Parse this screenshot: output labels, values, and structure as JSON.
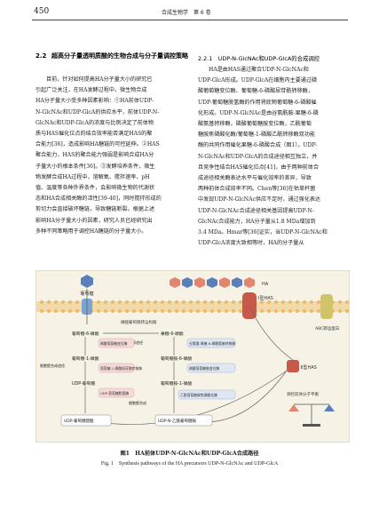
{
  "header": {
    "page_number": "450",
    "journal": "合成生物学　第 6 卷"
  },
  "left": {
    "section_number": "2.2",
    "section_title": "超高分子量透明质酸的生物合成与分子量调控策略",
    "paragraph": "目前，针对如何提高HA分子量大小的研究已\n引起广泛关注，在HA发酵过程中，微生物合成\nHA分子量大小受多种因素影响：①HA前体UDP-\nN-GlcNAc和UDP-GlcA的供应水平，前体UDP-N-\nGlcNAc和UDP-GlcA的浓度与比例决定了前体物\n质与HAS催化位点的结合效率能否满足HAS的聚\n合能力[36]，造成影响HA糖链的可控延伸。②HAS\n聚合能力，HAS的聚合能力强弱是影响合成HA分\n子量大小的根本条件[36]。③发酵培养条件，微生\n物发酵合成HA过程中，溶解氧、搅拌速率、pH\n值、温度等各种外界条件，会影响微生物的代谢状\n态和HA合成相关酶的活性[39-40]，同时搅拌形成的\n剪切力会直接破坏糖链，导致糖链断裂。根据上述\n影响HA分子量大小的因素，研究人员已经研究出\n多种不同策略用于调控HA糖链的分子量大小。"
  },
  "right": {
    "subsection": "2.2.1　UDP-N-GlcNAc和UDP-GlcA的合成调控",
    "paragraph": "HA是由HAS通过聚合UDP-N-GlcNAc和\nUDP-GlcA形成。UDP-GlcA在细胞内主要通过磷\n酸葡萄糖变位酶、葡萄糖-6-磷酸尿苷酰转移酶，\nUDP-葡萄糖脱氢酶的作用将底物葡萄糖-6-磷酸催\n化形成。UDP-N-GlcNAc是由谷氨酰胺-果糖-6-磷\n酸氨基转移酶，磷酸葡萄糖胺变位酶，乙酰葡萄\n糖胺焦磷酸化酶/葡萄糖-1-磷酸乙酰转移酶双功能\n酶的共同作用催化果糖-6-磷酸合成（图1）。UDP-\nN-GlcNAc和UDP-GlcA的合成途径相互独立，并\n且竞争性结合HAS催化位点[41]，由于两种前体合\n成途径相关酶表达水平与催化效率的差异，导致\n两种前体合成效率不同。Chen等[36]在枯草杆菌\n中发现UDP-N-GlcNAc供应不足时，通过强化表达\nUDP-N-GlcNAc合成途径相关基因提高UDP-N-\nGlcNAc合成能力，HA分子量从1.8 MDa增加到\n3.4 MDa。Hmar等[36]证实，当UDP-N-GlcNAc和\nUDP-GlcA浓度大致相等时，HA的分子量从"
  },
  "figure": {
    "caption_cn": "图1　HA前体UDP-N-GlcNAc和UDP-GlcA合成路径",
    "caption_en": "Fig. 1　Synthesis pathways of the HA precursors UDP-N-GlcNAc and UDP-GlcA",
    "labels": {
      "glucose": "葡萄糖",
      "ptscan": "磷酸葡萄糖转运构酶",
      "g6p": "葡萄糖-6-磷酸",
      "f6p": "果糖-6-磷酸",
      "g1p": "葡萄糖-1-磷酸",
      "gln1": "谷氨酰胺-果糖-6-磷酸转氨酶",
      "glcn6p": "葡萄糖胺-6-磷酸",
      "glcn1p": "葡萄糖胺-1-磷酸",
      "pgm": "磷酸葡萄糖变位酶",
      "glycolysis": "糖酵解途径",
      "udpglc": "UDP-葡萄糖",
      "ugd": "UDP-葡萄糖脱氢酶",
      "udpglca": "UDP-葡萄糖醛酸",
      "udpglcnac": "UDP-N-乙酰葡萄糖胺",
      "cellwall": "细胞壁合成",
      "ha": "HA",
      "has1": "Ⅰ型HAS",
      "has2": "Ⅱ型HAS",
      "abc": "ABC转运蛋白",
      "balance": "调控前体分子平衡",
      "udp": "UDP",
      "glcmd": "谷氨酸-果糖-6-磷酸氨基转移酶",
      "glmm": "磷酸葡萄糖胺变位酶",
      "glmu": "乙酰葡萄糖胺焦磷酸化酶",
      "udpgp": "葡萄糖-1-磷酸尿苷酰转移酶",
      "cellpath": "细胞壁合成途径"
    }
  }
}
